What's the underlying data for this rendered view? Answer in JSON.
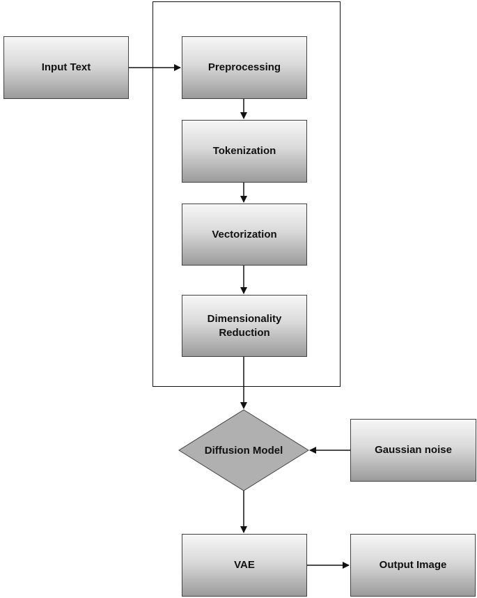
{
  "diagram": {
    "nodes": {
      "input_text": "Input Text",
      "preprocessing": "Preprocessing",
      "tokenization": "Tokenization",
      "vectorization": "Vectorization",
      "dimensionality_reduction_line1": "Dimensionality",
      "dimensionality_reduction_line2": "Reduction",
      "diffusion_model": "Diffusion Model",
      "gaussian_noise": "Gaussian noise",
      "vae": "VAE",
      "output_image": "Output Image"
    },
    "edges": [
      {
        "from": "Input Text",
        "to": "Preprocessing"
      },
      {
        "from": "Preprocessing",
        "to": "Tokenization"
      },
      {
        "from": "Tokenization",
        "to": "Vectorization"
      },
      {
        "from": "Vectorization",
        "to": "Dimensionality Reduction"
      },
      {
        "from": "Dimensionality Reduction",
        "to": "Diffusion Model"
      },
      {
        "from": "Gaussian noise",
        "to": "Diffusion Model"
      },
      {
        "from": "Diffusion Model",
        "to": "VAE"
      },
      {
        "from": "VAE",
        "to": "Output Image"
      }
    ]
  },
  "colors": {
    "box_top": "#f7f7f7",
    "box_bottom": "#9b9b9b",
    "diamond_fill": "#b0b0b0",
    "stroke": "#111111"
  }
}
